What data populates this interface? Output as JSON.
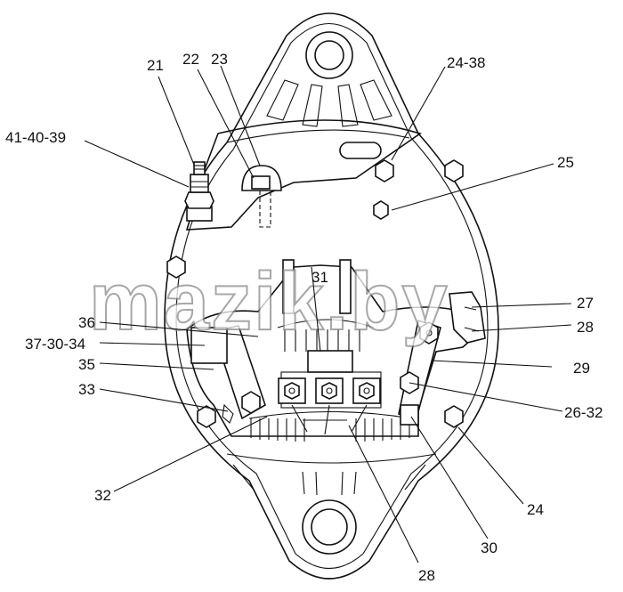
{
  "watermark": "mazik.by",
  "labels": {
    "l21": "21",
    "l22": "22",
    "l23": "23",
    "l24_38": "24-38",
    "l41_40_39": "41-40-39",
    "l25": "25",
    "l31": "31",
    "l27": "27",
    "l28_right": "28",
    "l36": "36",
    "l37_30_34": "37-30-34",
    "l35": "35",
    "l29": "29",
    "l33": "33",
    "l26_32": "26-32",
    "l24": "24",
    "l32": "32",
    "l30": "30",
    "l28_bottom": "28"
  }
}
